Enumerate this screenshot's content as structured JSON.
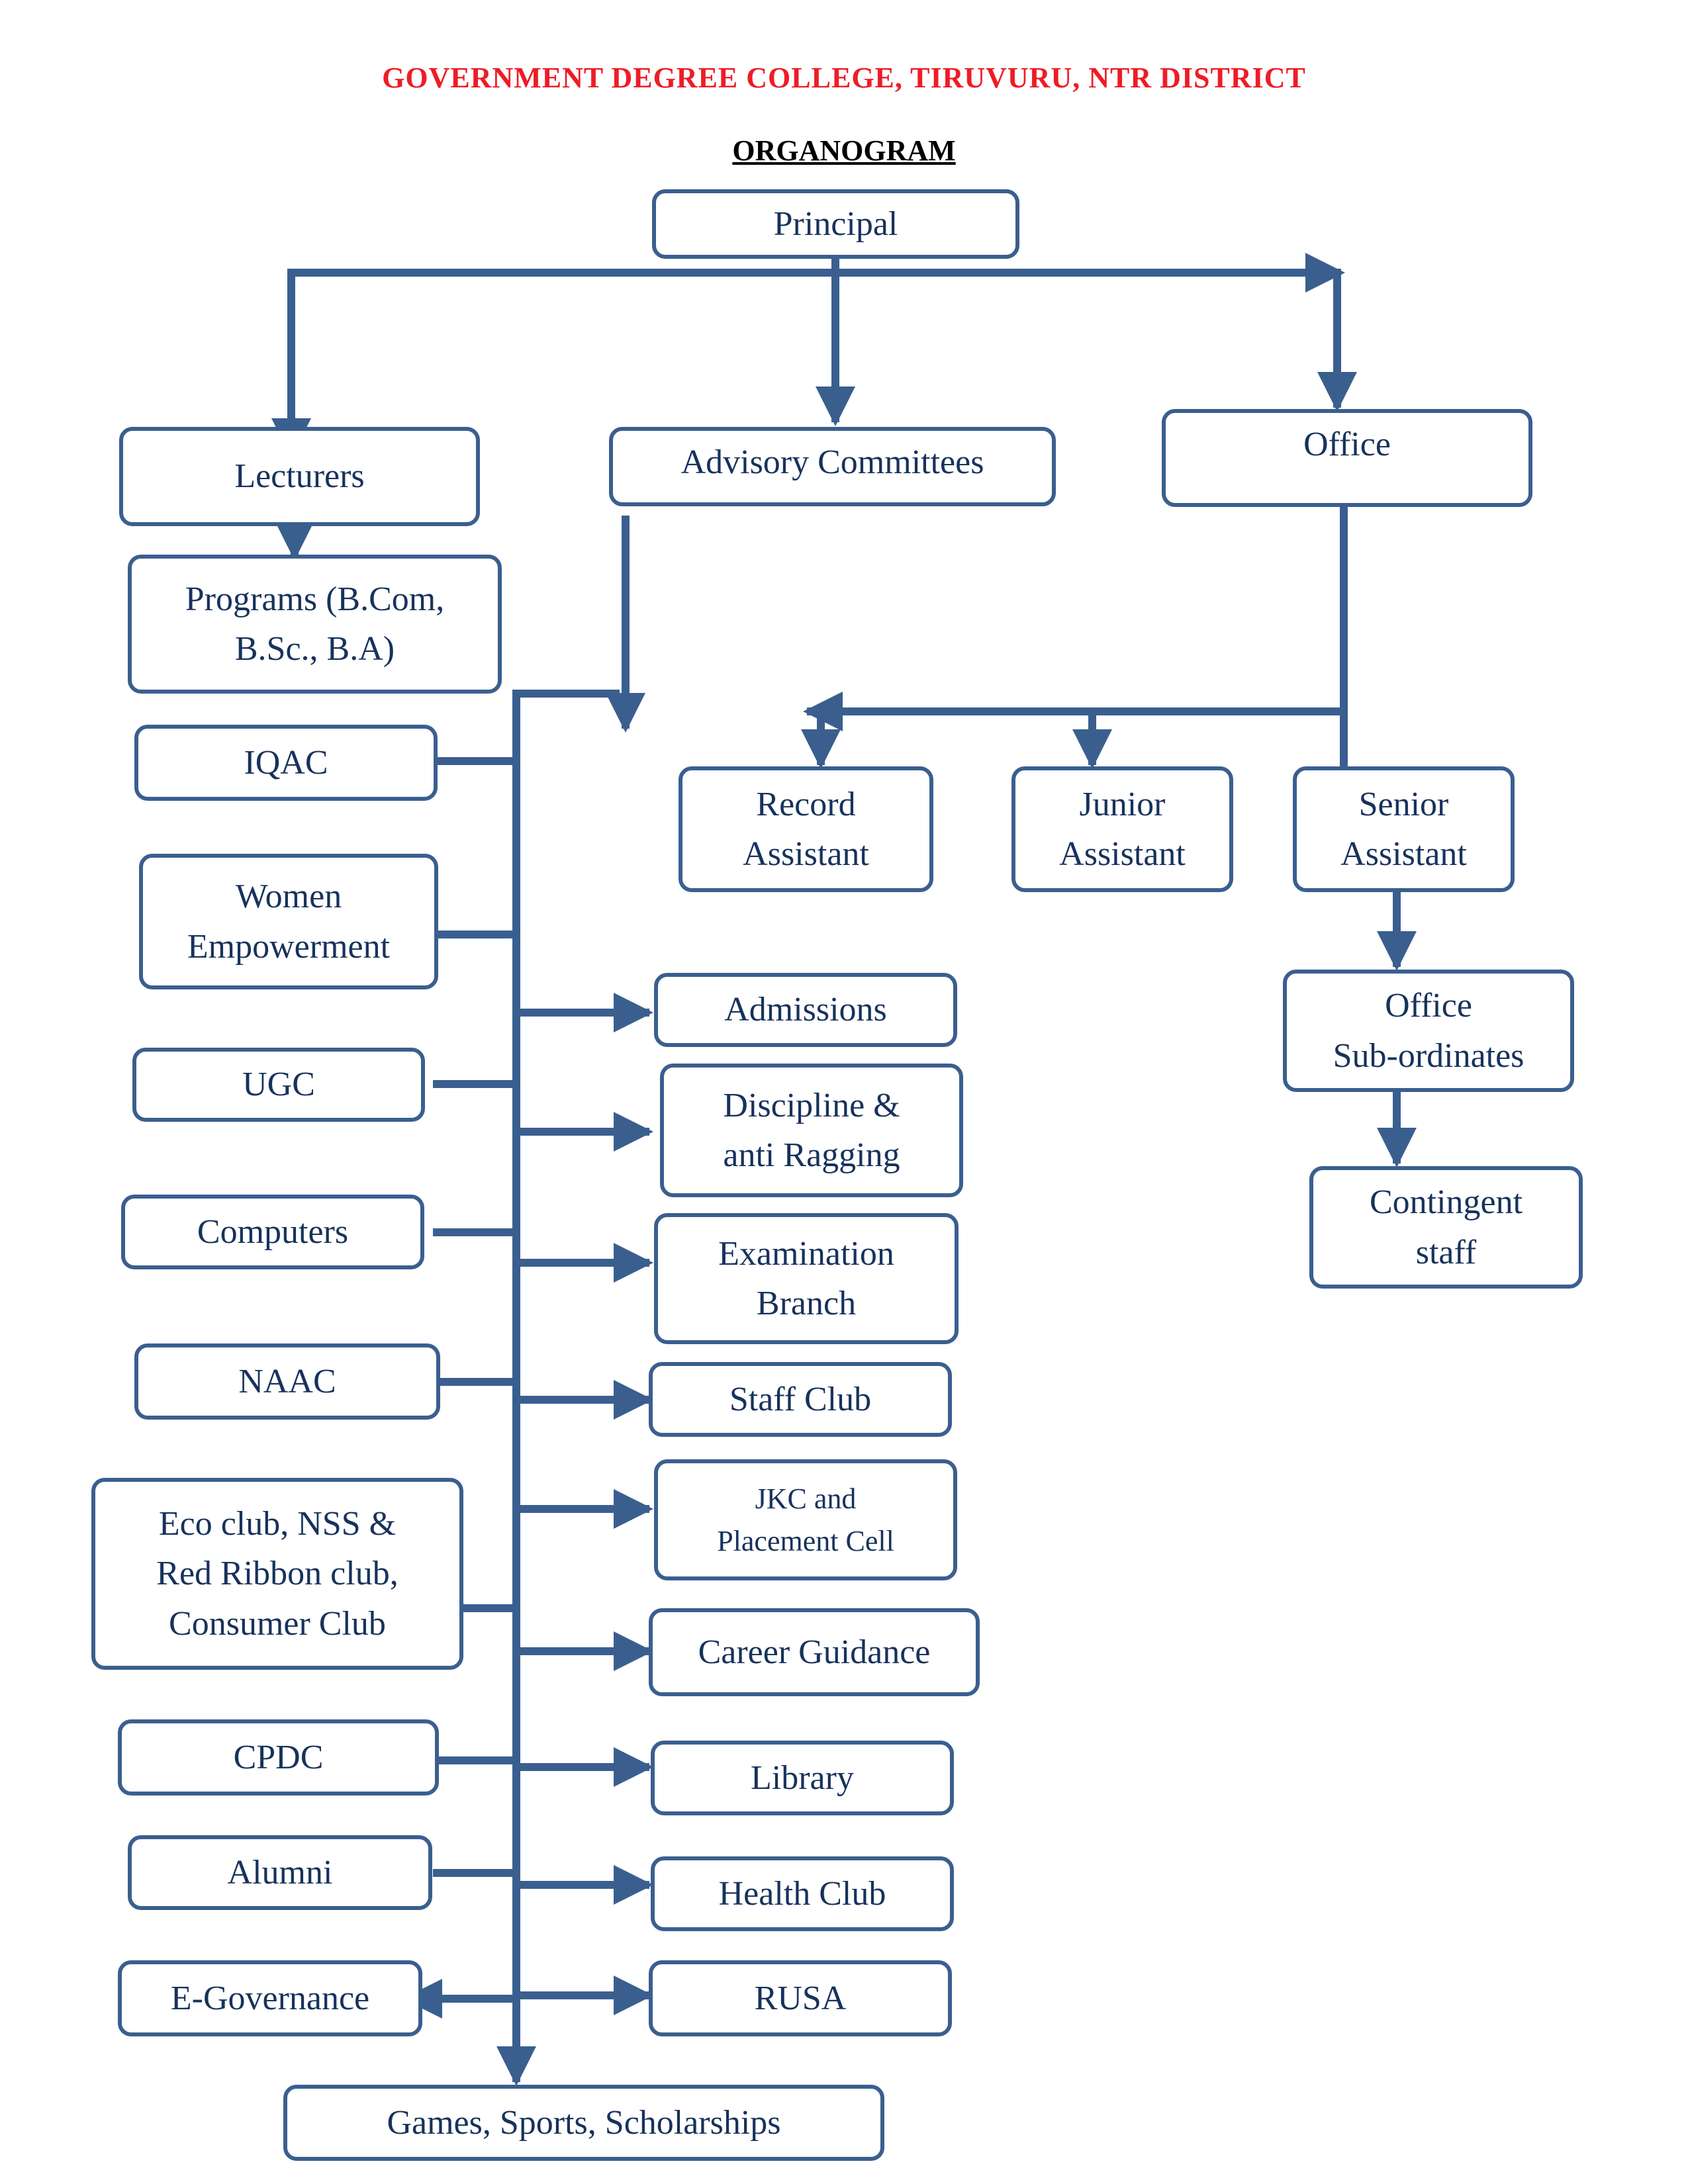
{
  "header": {
    "college": "GOVERNMENT DEGREE COLLEGE, TIRUVURU, NTR DISTRICT",
    "title": "ORGANOGRAM"
  },
  "colors": {
    "heading": "#ee1c25",
    "connector": "#3a5f8f",
    "node_border": "#3a5f8f",
    "node_text": "#17325c"
  },
  "nodes": {
    "principal": "Principal",
    "lecturers": "Lecturers",
    "advisory": "Advisory Committees",
    "office": "Office",
    "programs": "Programs   (B.Com,\nB.Sc., B.A)",
    "iqac": "IQAC",
    "women": "Women\nEmpowerment",
    "ugc": "UGC",
    "computers": "Computers",
    "naac": "NAAC",
    "eco": "Eco club, NSS &\nRed Ribbon club,\nConsumer Club",
    "cpdc": "CPDC",
    "alumni": "Alumni",
    "egov": "E-Governance",
    "games": "Games, Sports, Scholarships",
    "admissions": "Admissions",
    "discipline": "Discipline &\nanti Ragging",
    "exam": "Examination\nBranch",
    "staffclub": "Staff Club",
    "jkc": "JKC and\nPlacement Cell",
    "career": "Career Guidance",
    "library": "Library",
    "health": "Health Club",
    "rusa": "RUSA",
    "record": "Record\nAssistant",
    "junior": "Junior\nAssistant",
    "senior": "Senior\nAssistant",
    "subordinates": "Office\nSub-ordinates",
    "contingent": "Contingent\nstaff"
  }
}
